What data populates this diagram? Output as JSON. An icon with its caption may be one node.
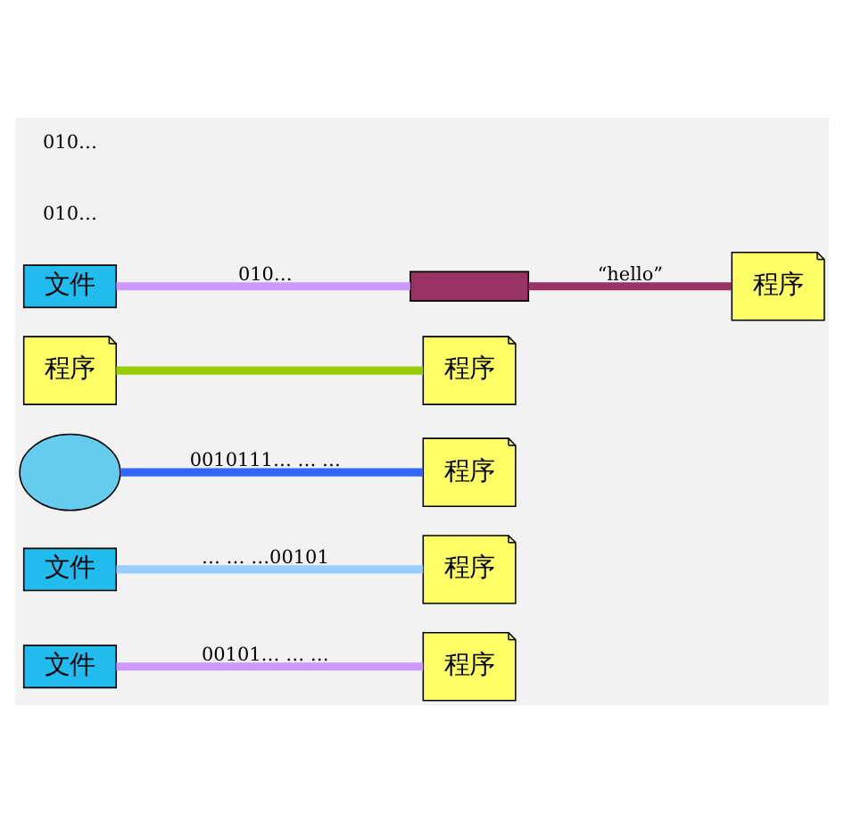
{
  "diagram": {
    "nodes": [
      {
        "text": [
          "文件"
        ]
      },
      {
        "text": [
          "程序"
        ]
      },
      {
        "text": [
          "文件"
        ]
      },
      {
        "text": [
          "程序"
        ]
      },
      {
        "text": [],
        "shape": "cloud"
      },
      {
        "text": [
          "程序"
        ]
      },
      {
        "text": [
          "程序"
        ]
      },
      {
        "text": [
          "程序"
        ]
      },
      {
        "text": [
          "文件"
        ]
      },
      {
        "text": [],
        "shape": "bar"
      },
      {
        "text": [
          "程序"
        ]
      }
    ],
    "edges": [
      {
        "from": 0,
        "to": 1,
        "arrow": "none",
        "label": "00101… … …",
        "color": "#cc99ff"
      },
      {
        "from": 2,
        "to": 3,
        "arrow": "none",
        "label": "… … …00101",
        "color": "#99ccff"
      },
      {
        "from": 4,
        "to": 5,
        "arrow": "none",
        "label": "0010111… … …",
        "color": "#3366ff"
      },
      {
        "from": 6,
        "to": 7,
        "arrow": "none",
        "color": "#99cc00"
      },
      {
        "from": 8,
        "to": 9,
        "arrow": "none",
        "label": "010…",
        "color": "#cc99ff"
      },
      {
        "from": 9,
        "to": 10,
        "arrow": "none",
        "label": "“hello”",
        "color": "#993366"
      }
    ],
    "labels": [
      "010…",
      "010…"
    ]
  }
}
